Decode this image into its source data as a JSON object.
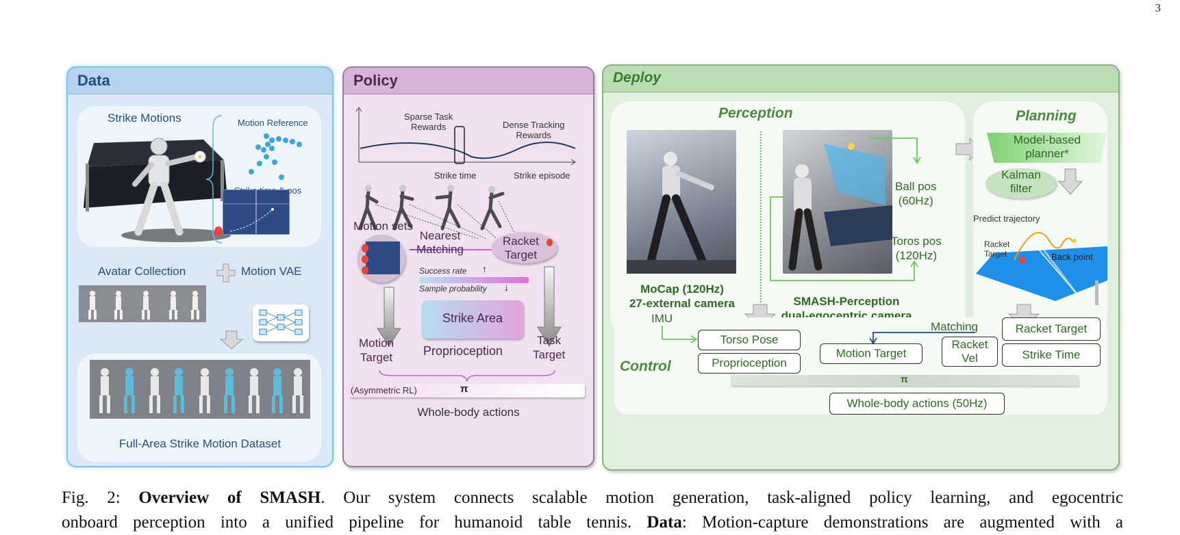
{
  "page_number": "3",
  "data_panel": {
    "title": "Data",
    "strike_motions": "Strike Motions",
    "motion_reference": "Motion Reference",
    "strike_time_pos": "Strike time & pos",
    "avatar_collection": "Avatar Collection",
    "motion_vae": "Motion VAE",
    "dataset": "Full-Area Strike Motion Dataset"
  },
  "policy_panel": {
    "title": "Policy",
    "sparse_rewards": "Sparse Task\nRewards",
    "dense_rewards": "Dense Tracking\nRewards",
    "strike_time": "Strike time",
    "strike_episode": "Strike episode",
    "motion_sets": "Motion sets",
    "nearest_matching": "Nearest\nMatching",
    "racket_target": "Racket\nTarget",
    "success_rate": "Success rate",
    "sample_probability": "Sample probability",
    "strike_area": "Strike Area",
    "motion_target": "Motion\nTarget",
    "proprioception": "Proprioception",
    "task_target": "Task\nTarget",
    "asymmetric_rl": "(Asymmetric RL)",
    "pi": "π",
    "whole_body_actions": "Whole-body actions"
  },
  "deploy_panel": {
    "title": "Deploy",
    "perception": "Perception",
    "planning": "Planning",
    "mocap_label": "MoCap (120Hz)\n27-external camera",
    "smash_label": "SMASH-Perception\ndual-egocentric camera",
    "ball_pos": "Ball pos\n(60Hz)",
    "toros_pos": "Toros pos\n(120Hz)",
    "model_planner": "Model-based\nplanner*",
    "kalman": "Kalman\nfilter",
    "predict_trajectory": "Predict trajectory",
    "racket_target_small": "Racket\nTarget",
    "back_point": "Back point",
    "imu": "IMU",
    "torso_pose": "Torso Pose",
    "proprioception": "Proprioception",
    "matching": "Matching",
    "motion_target": "Motion Target",
    "racket_vel": "Racket\nVel",
    "racket_target": "Racket Target",
    "strike_time": "Strike Time",
    "control": "Control",
    "pi": "π",
    "whole_body_actions": "Whole-body actions (50Hz)"
  },
  "caption": {
    "prefix": "Fig. 2: ",
    "bold_title": "Overview of SMASH",
    "line1_rest": ". Our system connects scalable motion generation, task-aligned policy learning, and egocentric",
    "line2_start": "onboard perception into a unified pipeline for humanoid table tennis. ",
    "bold_data": "Data",
    "line2_rest": ": Motion-capture demonstrations are augmented with a"
  },
  "colors": {
    "data_bg": "#dbe9f7",
    "policy_bg": "#f0e1f0",
    "deploy_bg": "#e1f0de",
    "data_text": "#244e7a",
    "policy_text": "#4a2a4c",
    "deploy_text": "#2d6a23"
  }
}
